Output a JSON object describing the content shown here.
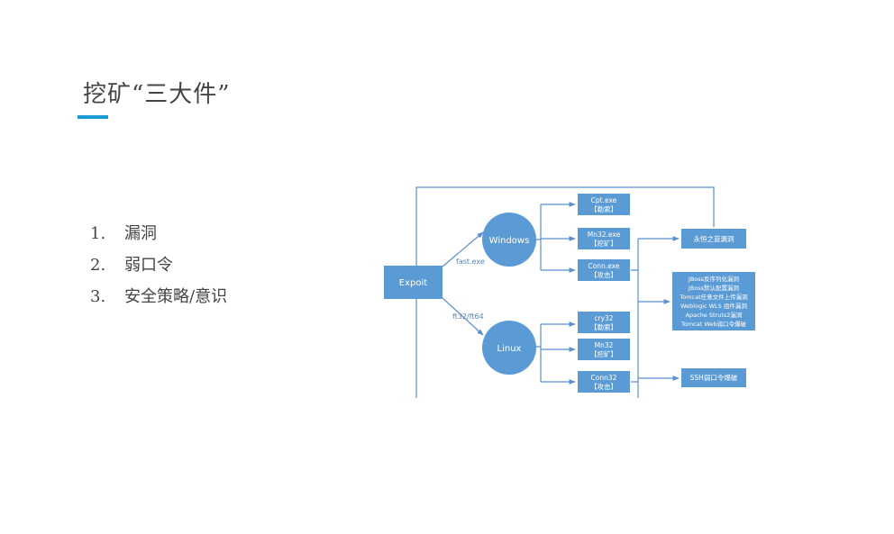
{
  "slide": {
    "title": "挖矿“三大件”",
    "points": [
      {
        "num": "1.",
        "text": "漏洞"
      },
      {
        "num": "2.",
        "text": "弱口令"
      },
      {
        "num": "3.",
        "text": "安全策略/意识"
      }
    ]
  },
  "diagram": {
    "colors": {
      "node": "#5b9bd5",
      "line": "#5b8fcf",
      "text": "#ffffff",
      "edge_label": "#5a86bd"
    },
    "source": "Expoit",
    "platforms": {
      "windows": "Windows",
      "linux": "Linux"
    },
    "edge_labels": {
      "windows": "fast.exe",
      "linux": "ft32/ft64"
    },
    "windows_files": [
      {
        "name": "Cpt.exe",
        "role": "【勒索】"
      },
      {
        "name": "Mn32.exe",
        "role": "【挖矿】"
      },
      {
        "name": "Conn.exe",
        "role": "【攻击】"
      }
    ],
    "linux_files": [
      {
        "name": "cry32",
        "role": "【勒索】"
      },
      {
        "name": "Mn32",
        "role": "【挖矿】"
      },
      {
        "name": "Conn32",
        "role": "【攻击】"
      }
    ],
    "attacks": {
      "eternalblue": "永恒之蓝漏洞",
      "web_vulns": [
        "JBoss反序列化漏洞",
        "JBoss默认配置漏洞",
        "Tomcat任意文件上传漏洞",
        "Weblogic WLS 组件漏洞",
        "Apache Struts2漏洞",
        "Tomcat Web弱口令爆破"
      ],
      "ssh": "SSH弱口令爆破"
    }
  }
}
